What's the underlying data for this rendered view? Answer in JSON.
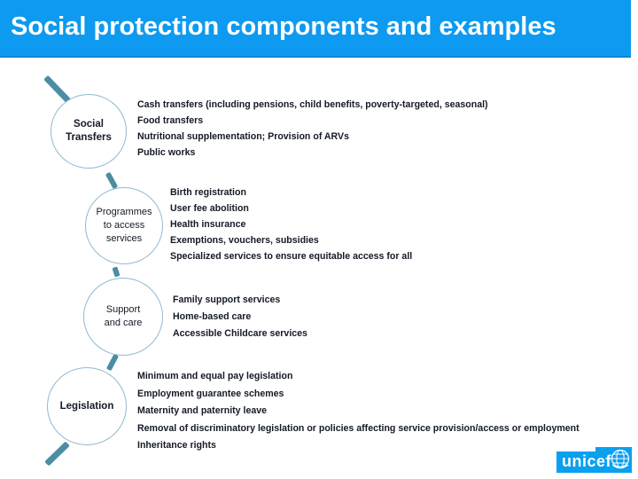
{
  "title": "Social protection components and examples",
  "sections": [
    {
      "label": "Social Transfers",
      "items": [
        "Cash transfers (including pensions, child benefits, poverty-targeted, seasonal)",
        "Food transfers",
        "Nutritional supplementation; Provision of ARVs",
        "Public works"
      ]
    },
    {
      "label": "Programmes to access services",
      "items": [
        "Birth registration",
        "User fee abolition",
        "Health insurance",
        "Exemptions, vouchers, subsidies",
        "Specialized services to ensure equitable access for all"
      ]
    },
    {
      "label": "Support and care",
      "items": [
        "Family support services",
        "Home-based care",
        "Accessible Childcare services"
      ]
    },
    {
      "label": "Legislation",
      "items": [
        "Minimum and equal pay legislation",
        "Employment guarantee schemes",
        "Maternity and paternity leave",
        "Removal of discriminatory legislation or policies affecting service provision/access or employment",
        "Inheritance rights"
      ]
    }
  ],
  "logo": {
    "text": "unicef",
    "emblem": "un-globe-icon"
  },
  "colors": {
    "title_bar": "#0d9af0",
    "title_underline": "#0b84d8",
    "logo_bg": "#09a0ef",
    "spine": "#4c8da3",
    "circle_border": "#8fbacf",
    "body_text": "#141a26",
    "title_text": "#ffffff"
  }
}
